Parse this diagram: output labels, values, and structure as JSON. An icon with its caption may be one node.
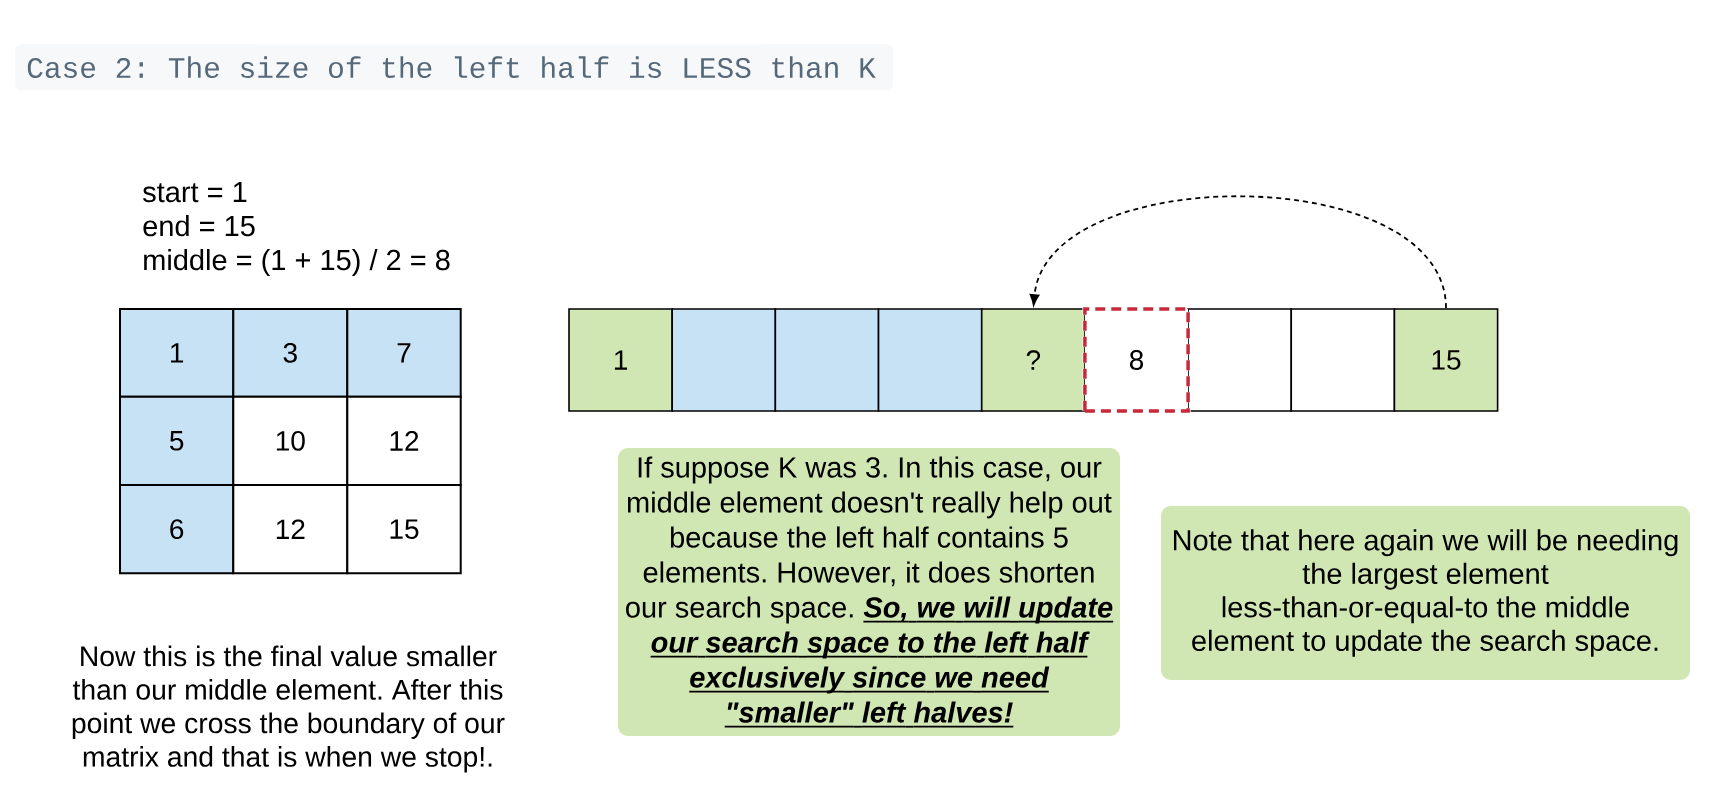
{
  "diagram": {
    "title": "Case 2: The size of the left half is LESS than K",
    "nodes": [
      {
        "text": [
          "1"
        ]
      },
      {
        "text": [
          "3"
        ]
      },
      {
        "text": [
          "7"
        ]
      },
      {
        "text": [
          "5"
        ]
      },
      {
        "text": [
          "10"
        ]
      },
      {
        "text": [
          "12"
        ]
      },
      {
        "text": [
          "6"
        ]
      },
      {
        "text": [
          "12"
        ]
      },
      {
        "text": [
          "15"
        ]
      },
      {
        "text": [
          "1"
        ]
      },
      {
        "text": [],
        "shape": "box"
      },
      {
        "text": [],
        "shape": "box"
      },
      {
        "text": [],
        "shape": "box"
      },
      {
        "text": [
          "?"
        ]
      },
      {
        "text": [
          "8"
        ]
      },
      {
        "text": [],
        "shape": "box"
      },
      {
        "text": [],
        "shape": "box"
      },
      {
        "text": [
          "15"
        ]
      },
      {
        "text": [
          "If suppose K was 3. In this case, our middle element doesn't really help out because the left half contains 5 elements. However, it does shorten our search space. **So, we will update our search space to the left half exclusively since we need \"smaller\" left halves!**"
        ]
      },
      {
        "text": [
          "Note that here again we will be needing the largest element less-than-or-equal-to the middle element to update the search space."
        ]
      }
    ],
    "edges": [
      {
        "from": 17,
        "to": 13,
        "arrow": "to",
        "style": "dashed"
      }
    ],
    "labels": [
      "start = 1",
      "end = 15",
      "middle = (1 + 15) / 2 = 8",
      "Now this is the final value smaller than our middle element. After this point we cross the boundary of our matrix and that is when we stop!."
    ]
  }
}
